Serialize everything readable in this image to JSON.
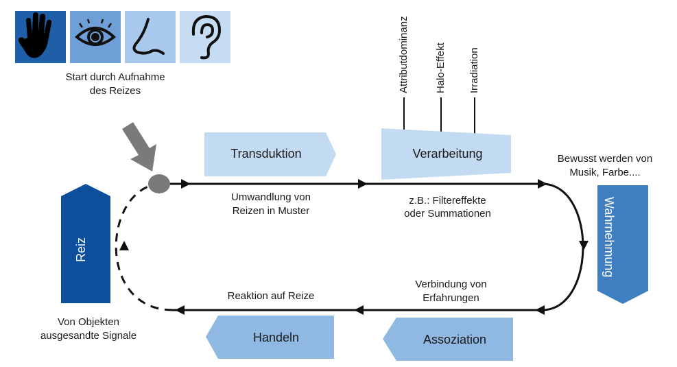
{
  "senses": {
    "items": [
      {
        "icon": "hand-icon",
        "bg": "#1f5fa8"
      },
      {
        "icon": "eye-icon",
        "bg": "#6e9fd6"
      },
      {
        "icon": "nose-icon",
        "bg": "#a8c8ec"
      },
      {
        "icon": "ear-icon",
        "bg": "#c6dcf3"
      }
    ],
    "caption_line1": "Start durch Aufnahme",
    "caption_line2": "des Reizes"
  },
  "stages": {
    "transduktion": "Transduktion",
    "verarbeitung": "Verarbeitung",
    "wahrnehmung": "Wahrnehmung",
    "assoziation": "Assoziation",
    "handeln": "Handeln",
    "reiz": "Reiz"
  },
  "effects": [
    "Attributdominanz",
    "Halo-Effekt",
    "Irradiation"
  ],
  "annotations": {
    "umwandlung_1": "Umwandlung von",
    "umwandlung_2": "Reizen in Muster",
    "zb_1": "z.B.: Filtereffekte",
    "zb_2": "oder Summationen",
    "bewusst_1": "Bewusst werden von",
    "bewusst_2": "Musik, Farbe....",
    "verbindung_1": "Verbindung von",
    "verbindung_2": "Erfahrungen",
    "reaktion": "Reaktion auf Reize",
    "objekte_1": "Von Objekten",
    "objekte_2": "ausgesandte Signale"
  },
  "colors": {
    "light_blue": "#c2daf2",
    "mid_blue": "#8fb8e3",
    "dark_blue": "#0d4f9c",
    "steel_blue": "#3f7fbf",
    "start_dot": "#7a7a7a",
    "arrow_gray": "#7a7a7a"
  }
}
